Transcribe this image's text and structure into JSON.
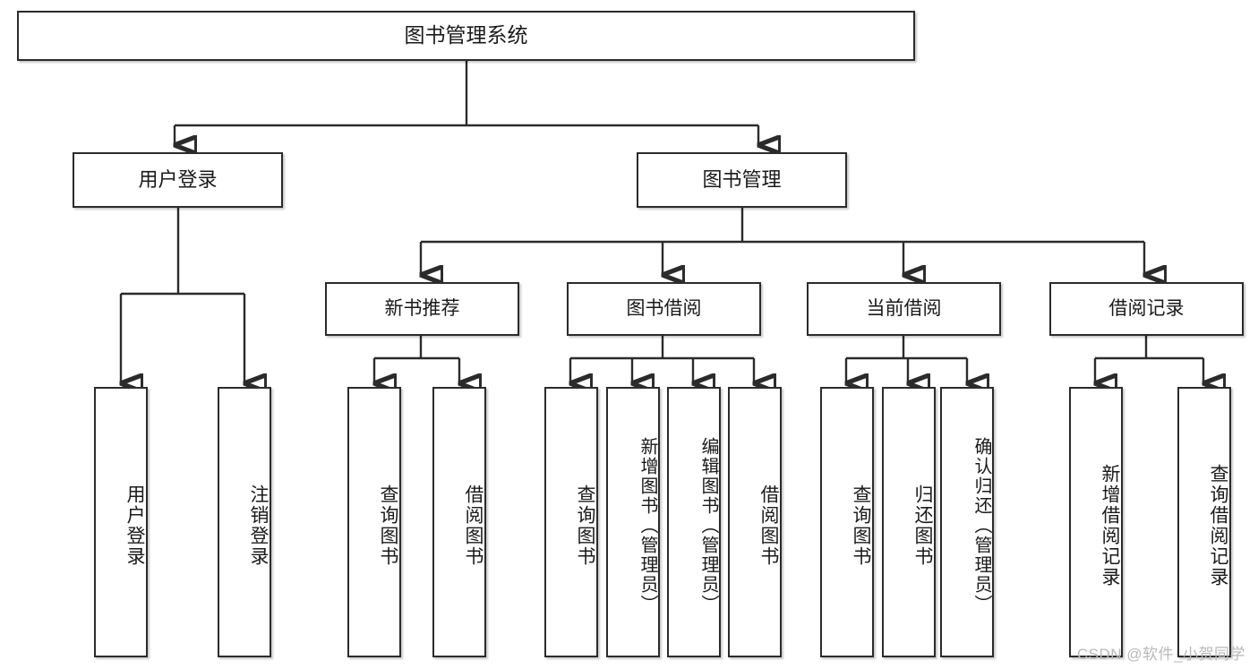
{
  "diagram": {
    "title": "图书管理系统",
    "type": "hierarchy-tree",
    "arrow_color": "#2b2b2b",
    "box_border_color": "#2b2b2b",
    "box_fill_color": "#ffffff",
    "text_color": "#1a1a1a",
    "nodes": {
      "root": {
        "label": "图书管理系统"
      },
      "level2": [
        {
          "id": "user-login",
          "label": "用户登录"
        },
        {
          "id": "book-manage",
          "label": "图书管理"
        }
      ],
      "level3": [
        {
          "id": "new-book-recommend",
          "label": "新书推荐"
        },
        {
          "id": "book-borrow",
          "label": "图书借阅"
        },
        {
          "id": "current-borrow",
          "label": "当前借阅"
        },
        {
          "id": "borrow-record",
          "label": "借阅记录"
        }
      ],
      "leaves": {
        "user_login": [
          {
            "id": "leaf-user-login",
            "label": "用户登录"
          },
          {
            "id": "leaf-logout",
            "label": "注销登录"
          }
        ],
        "new_book_recommend": [
          {
            "id": "leaf-query-book-1",
            "label": "查询图书"
          },
          {
            "id": "leaf-borrow-book-1",
            "label": "借阅图书"
          }
        ],
        "book_borrow": [
          {
            "id": "leaf-query-book-2",
            "label": "查询图书"
          },
          {
            "id": "leaf-add-book",
            "label": "新增图书（管理员）"
          },
          {
            "id": "leaf-edit-book",
            "label": "编辑图书（管理员）"
          },
          {
            "id": "leaf-borrow-book-2",
            "label": "借阅图书"
          }
        ],
        "current_borrow": [
          {
            "id": "leaf-query-book-3",
            "label": "查询图书"
          },
          {
            "id": "leaf-return-book",
            "label": "归还图书"
          },
          {
            "id": "leaf-confirm-return",
            "label": "确认归还（管理员）"
          }
        ],
        "borrow_record": [
          {
            "id": "leaf-add-record",
            "label": "新增借阅记录"
          },
          {
            "id": "leaf-query-record",
            "label": "查询借阅记录"
          }
        ]
      }
    }
  },
  "watermark": {
    "text": "CSDN @软件_小贺同学"
  }
}
